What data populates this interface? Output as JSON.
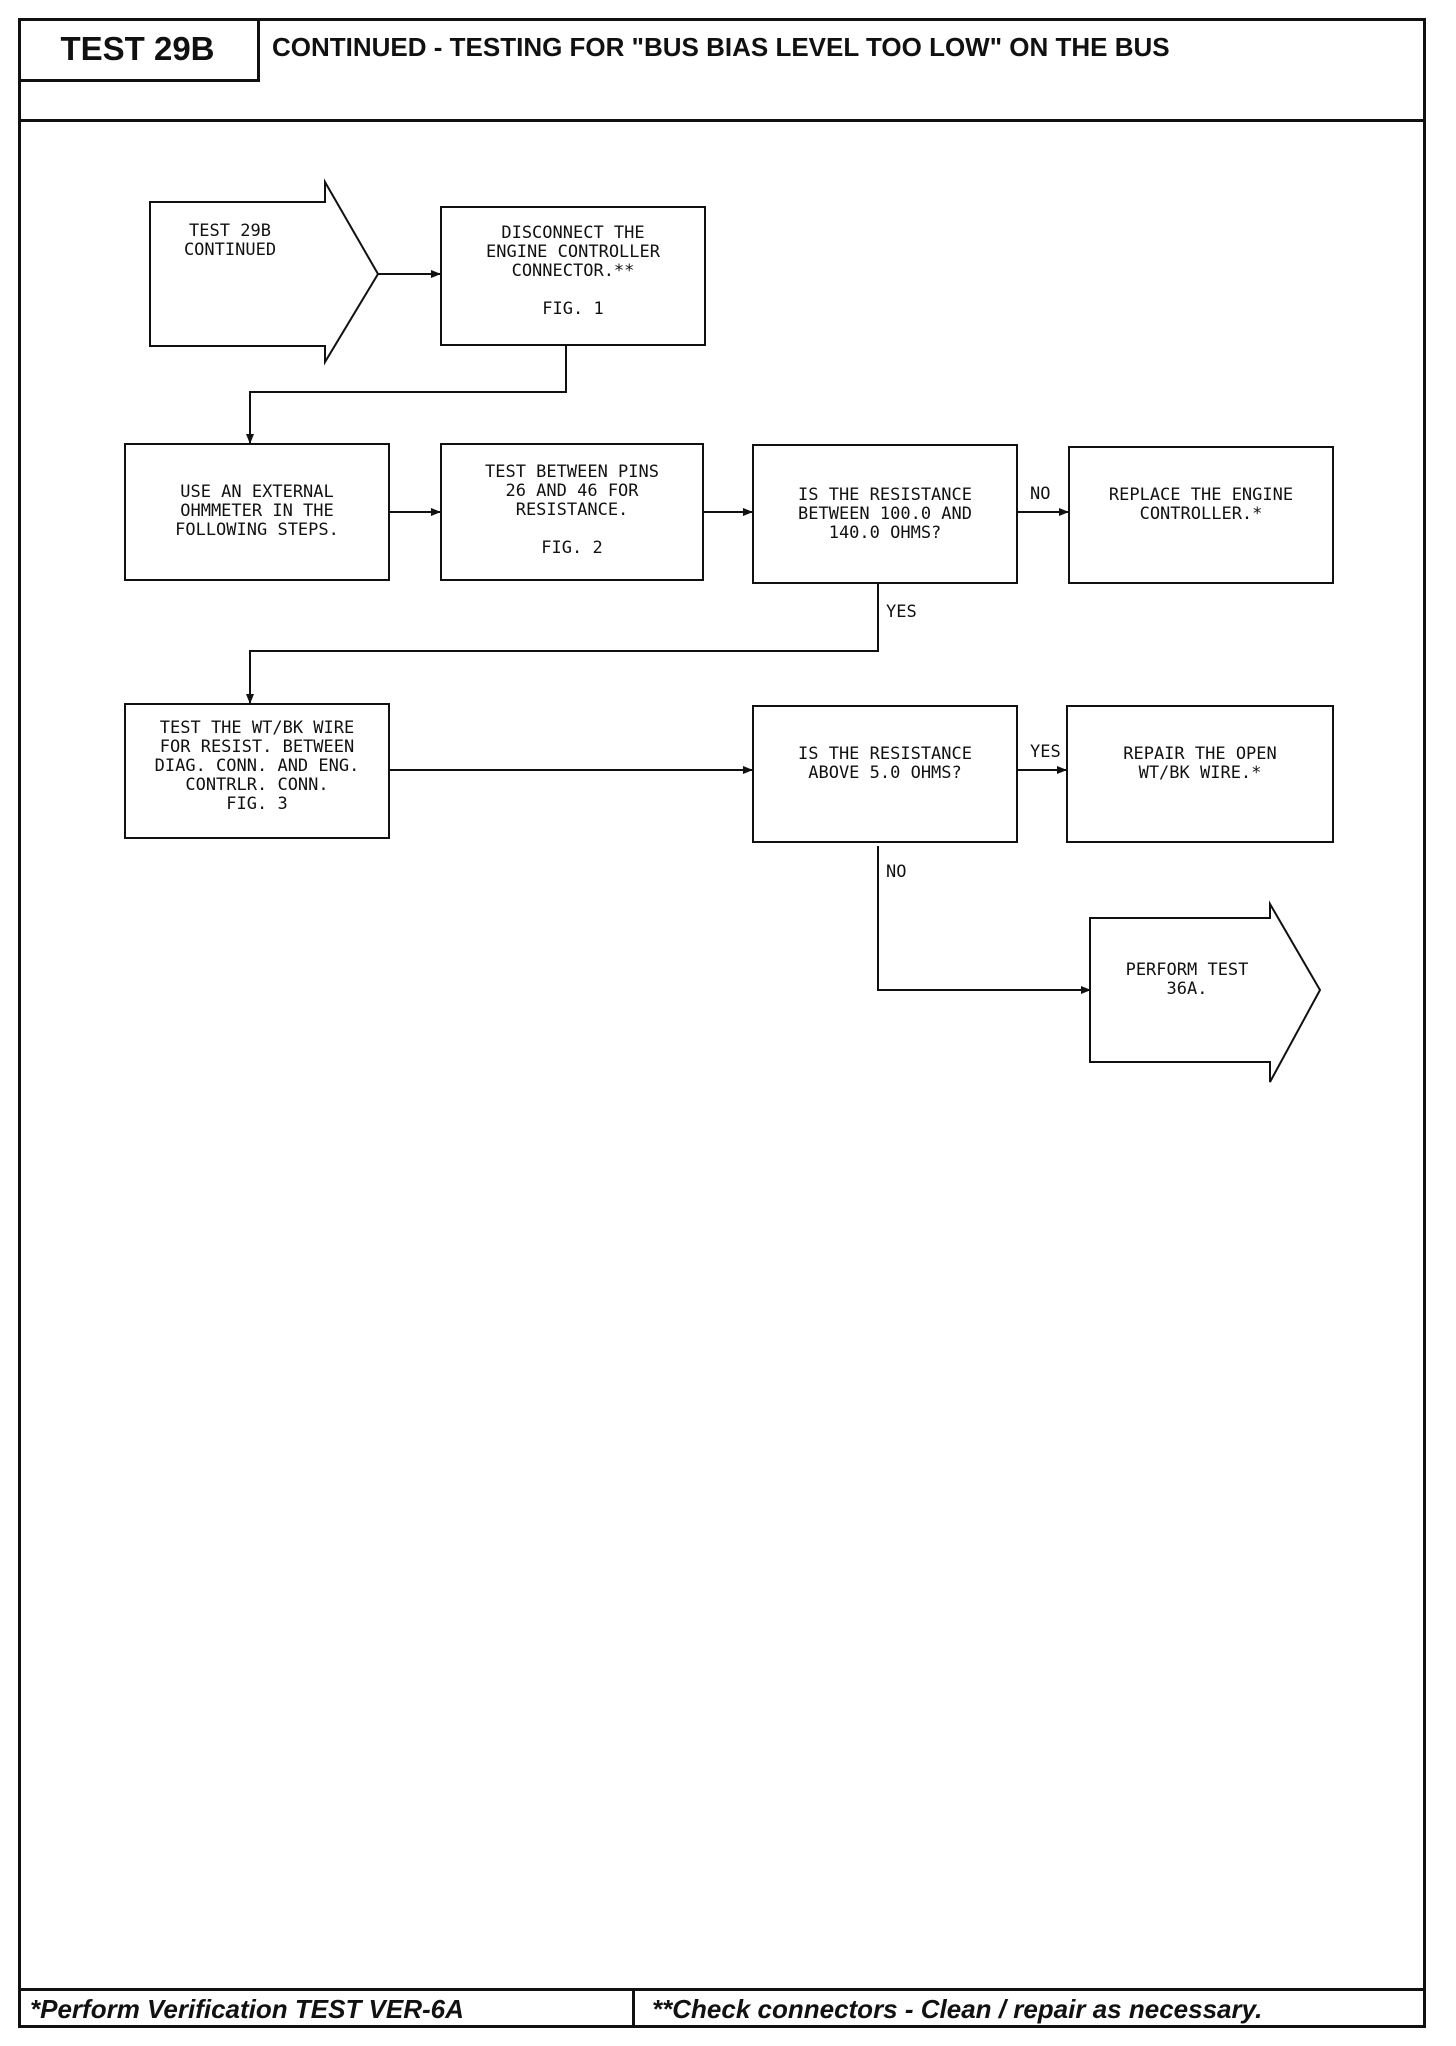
{
  "header": {
    "test_id": "TEST 29B",
    "title": "CONTINUED - TESTING FOR \"BUS BIAS LEVEL TOO LOW\" ON THE BUS"
  },
  "flowchart": {
    "start": "TEST 29B\nCONTINUED",
    "step_disconnect": "DISCONNECT THE\nENGINE CONTROLLER\nCONNECTOR.**\n\nFIG. 1",
    "step_ohmmeter": "USE AN EXTERNAL\nOHMMETER IN THE\nFOLLOWING STEPS.",
    "step_test_pins": "TEST BETWEEN PINS\n26 AND 46 FOR\nRESISTANCE.\n\nFIG. 2",
    "decision_resistance_range": "IS THE RESISTANCE\nBETWEEN 100.0 AND\n140.0 OHMS?",
    "action_replace_controller": "REPLACE THE ENGINE\nCONTROLLER.*",
    "step_test_wire": "TEST THE WT/BK WIRE\nFOR RESIST. BETWEEN\nDIAG. CONN. AND ENG.\nCONTRLR. CONN.\nFIG. 3",
    "decision_resistance_above": "IS THE RESISTANCE\nABOVE 5.0 OHMS?",
    "action_repair_wire": "REPAIR THE OPEN\nWT/BK WIRE.*",
    "end": "PERFORM TEST\n36A.",
    "labels": {
      "no_1": "NO",
      "yes_1": "YES",
      "yes_2": "YES",
      "no_2": "NO"
    }
  },
  "footer": {
    "left": "*Perform Verification TEST VER-6A",
    "right": "**Check connectors - Clean / repair as necessary."
  }
}
